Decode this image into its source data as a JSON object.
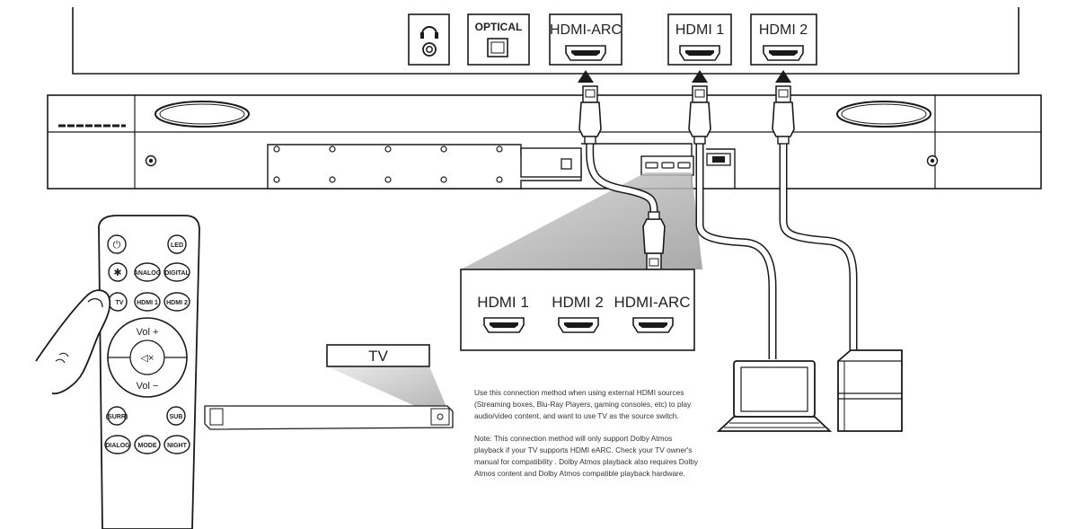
{
  "tv_panel": {
    "ports": [
      {
        "id": "headphone",
        "label": "",
        "icon": "headphone-icon"
      },
      {
        "id": "optical",
        "label": "OPTICAL"
      },
      {
        "id": "hdmi_arc",
        "label": "HDMI-ARC"
      },
      {
        "id": "hdmi1",
        "label": "HDMI 1"
      },
      {
        "id": "hdmi2",
        "label": "HDMI 2"
      }
    ]
  },
  "zoom_panel": {
    "ports": [
      "HDMI 1",
      "HDMI 2",
      "HDMI-ARC"
    ]
  },
  "tv_box": {
    "label": "TV"
  },
  "remote": {
    "buttons": {
      "power": "⏻",
      "led": "LED",
      "bluetooth": "✱",
      "analog": "ANALOG",
      "digital": "DIGITAL",
      "tv": "TV",
      "hdmi1": "HDMI 1",
      "hdmi2": "HDMI 2",
      "vol_up": "Vol +",
      "mute": "◁×",
      "vol_down": "Vol −",
      "surr": "(SURR)",
      "sub": "SUB",
      "dialog": "DIALOG",
      "mode": "MODE",
      "night": "NIGHT"
    }
  },
  "description": {
    "paragraph1": "Use this connection method when using external HDMI sources (Streaming boxes, Blu-Ray Players, gaming consoles, etc) to play audio/video content, and want to use TV as the source switch.",
    "paragraph2": "Note: This connection method will only support Dolby Atmos playback if your TV supports HDMI eARC. Check your TV owner's manual for compatibility . Dolby Atmos playback also requires Dolby Atmos content and Dolby Atmos compatible playback hardware."
  },
  "colors": {
    "line": "#1a1a1a",
    "panel_bg": "#f2f2f2",
    "shade": "#c8c8c8"
  }
}
